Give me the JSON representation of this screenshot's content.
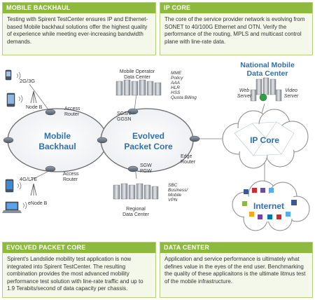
{
  "colors": {
    "accent": "#8dba3e",
    "box_bg": "#f4f8ea",
    "cloud_blue": "#2f6fb0",
    "ring": "#6a6a6a"
  },
  "boxes": {
    "mobile_backhaul": {
      "title": "MOBILE BACKHAUL",
      "body": "Testing with Spirent TestCenter ensures IP and Ethernet-based Mobile backhaul solutions offer the highest quality of experience while meeting ever-increasing bandwidth demands."
    },
    "ip_core": {
      "title": "IP CORE",
      "body": "The core of the service provider network is evolving from SONET to 40/100G Ethernet and OTN. Verify the performance of the routing, MPLS and multicast control plane with line-rate data."
    },
    "evolved_packet_core": {
      "title": "EVOLVED PACKET CORE",
      "body": "Spirent's Landslide mobility test application is now integrated into Spirent TestCenter. The resulting combination provides the most advanced mobility performance test solution with line-rate traffic and up to 1.9 Terabits/second of data capacity per chassis."
    },
    "data_center": {
      "title": "DATA CENTER",
      "body": "Application and service performance is ultimately what defines value in the eyes of the end user. Benchmarking the quality of these applicaitons is the ultimate litmus test of the mobile infrastructure."
    }
  },
  "diagram": {
    "backhaul_label_1": "Mobile",
    "backhaul_label_2": "Backhaul",
    "epc_label_1": "Evolved",
    "epc_label_2": "Packet Core",
    "ip_core_label": "IP Core",
    "internet_label": "Internet",
    "national_dc_1": "National Mobile",
    "national_dc_2": "Data Center",
    "mobile_operator_dc_1": "Mobile Operator",
    "mobile_operator_dc_2": "Data Center",
    "mobile_operator_services": [
      "MME",
      "Policy",
      "AAA",
      "HLR",
      "HSS",
      "Quota Billing"
    ],
    "regional_dc_1": "Regional",
    "regional_dc_2": "Data Center",
    "regional_services": [
      "SBC",
      "Business/",
      "Mobile",
      "VPN"
    ],
    "label_2g3g": "2G/3G",
    "label_4glte": "4G/LTE",
    "label_nodeb": "Node B",
    "label_enodeb": "eNode B",
    "access_router_top_1": "Access",
    "access_router_top_2": "Router",
    "access_router_bottom_1": "Access",
    "access_router_bottom_2": "Router",
    "sgsn": "SGSN",
    "ggsn": "GGSN",
    "sgw": "SGW",
    "pgw": "PGW",
    "edge_router_1": "Edge",
    "edge_router_2": "Router",
    "web_server_1": "Web",
    "web_server_2": "Server",
    "video_server_1": "Video",
    "video_server_2": "Server"
  }
}
